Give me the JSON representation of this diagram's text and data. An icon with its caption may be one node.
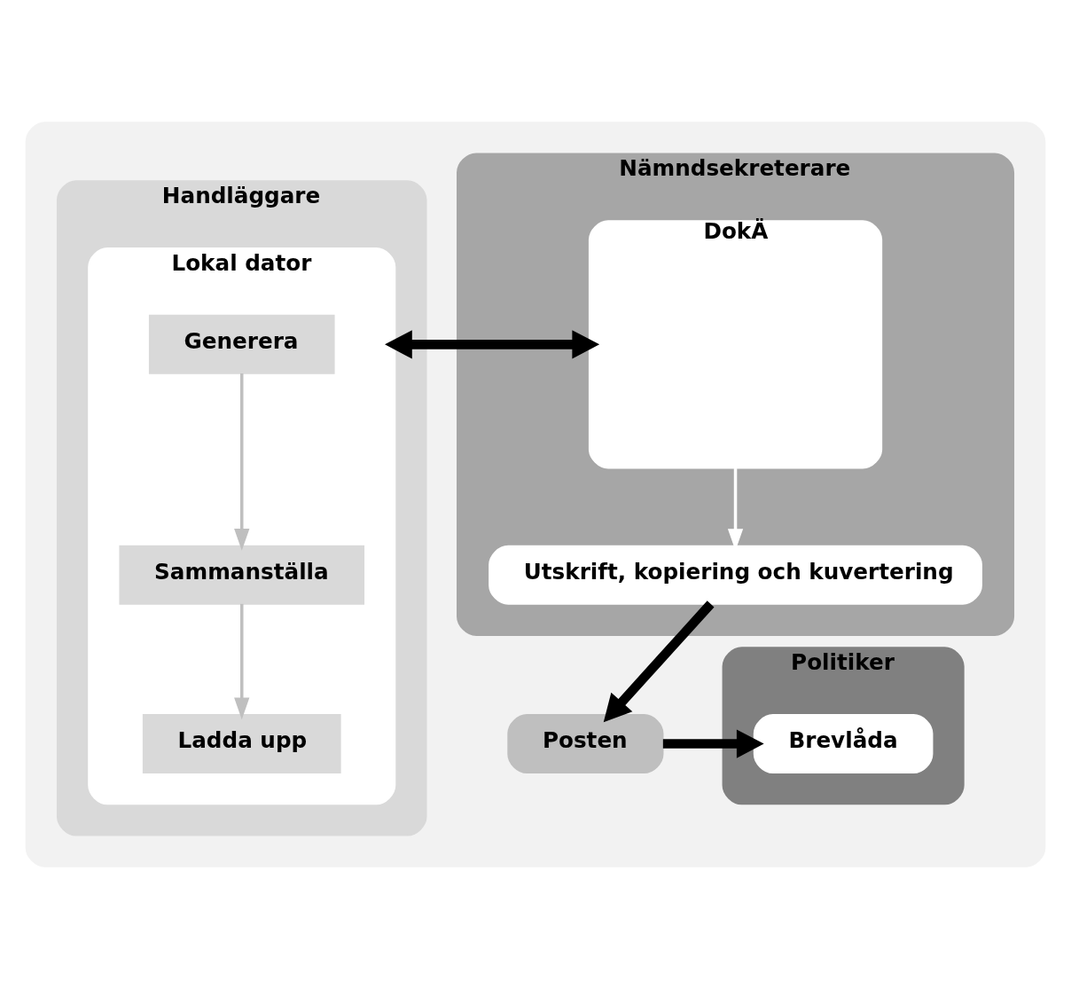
{
  "diagram": {
    "nodes": [
      {
        "text": [],
        "shape": "box"
      },
      {
        "text": [
          "Nämndsekreterare"
        ],
        "in": 0
      },
      {
        "text": [
          "DokÄ"
        ],
        "in": 1
      },
      {
        "text": [
          "Utskrift, kopiering och kuvertering"
        ],
        "in": 1
      },
      {
        "text": [
          "Handläggare"
        ],
        "in": 0
      },
      {
        "text": [
          "Lokal dator"
        ],
        "in": 4
      },
      {
        "text": [
          "Generera"
        ],
        "in": 5
      },
      {
        "text": [
          "Sammanställa"
        ],
        "in": 5
      },
      {
        "text": [
          "Ladda upp"
        ],
        "in": 5
      },
      {
        "text": [
          "Posten"
        ],
        "in": 0
      },
      {
        "text": [
          "Politiker"
        ],
        "in": 0
      },
      {
        "text": [
          "Brevlåda"
        ],
        "in": 10
      }
    ],
    "edges": [
      {
        "from": 2,
        "to": 5,
        "arrow": "both",
        "style": "thick"
      },
      {
        "from": 2,
        "to": 3,
        "arrow": "to",
        "color": "#ffffff"
      },
      {
        "from": 6,
        "to": 7,
        "arrow": "to",
        "color": "#bfbfbf"
      },
      {
        "from": 7,
        "to": 8,
        "arrow": "to",
        "color": "#bfbfbf"
      },
      {
        "from": 3,
        "to": 9,
        "arrow": "to",
        "style": "thick"
      },
      {
        "from": 9,
        "to": 11,
        "arrow": "to",
        "style": "thick"
      }
    ]
  }
}
